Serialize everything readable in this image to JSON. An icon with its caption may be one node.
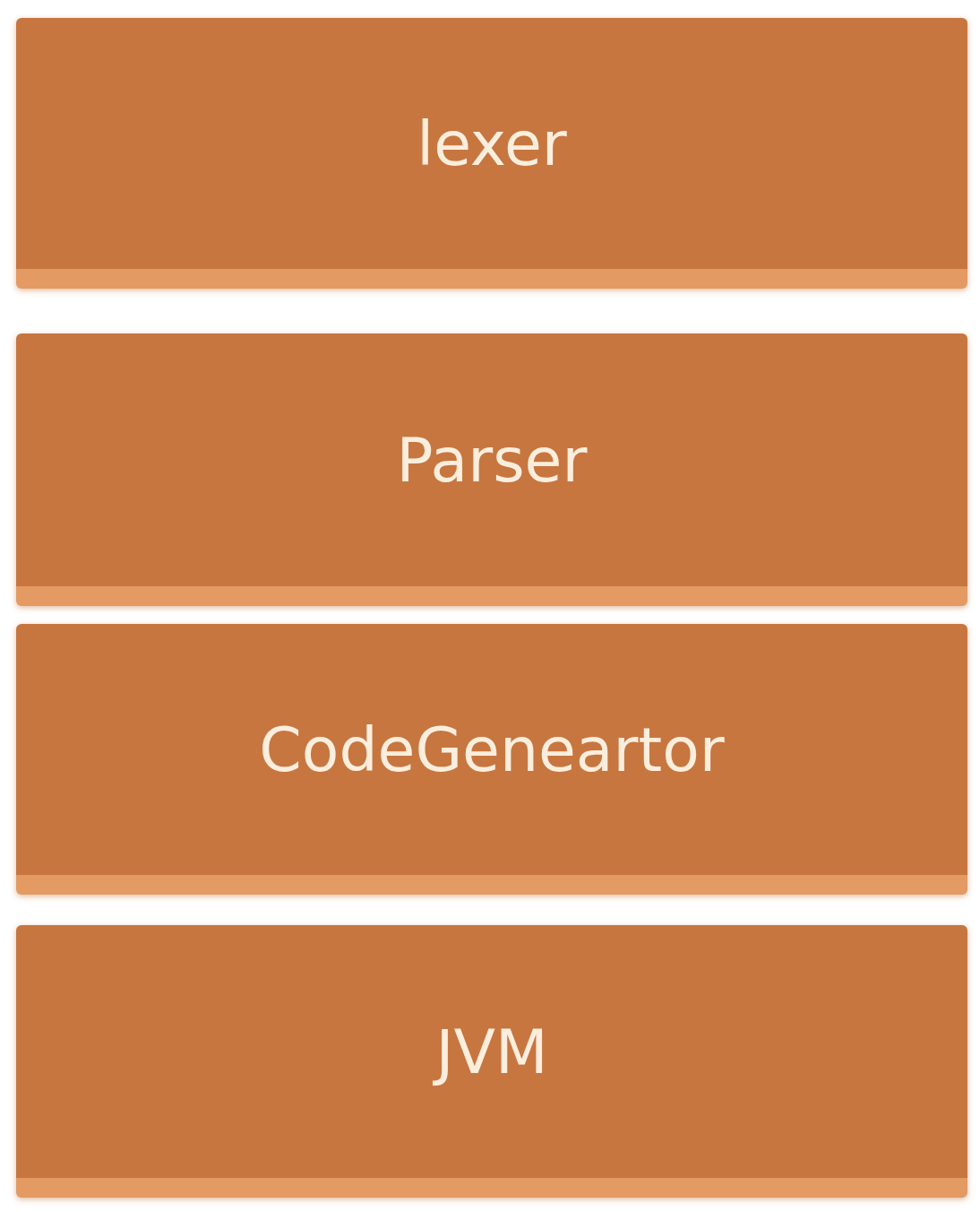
{
  "diagram": {
    "nodes": [
      {
        "text": [
          "lexer"
        ]
      },
      {
        "text": [
          "Parser"
        ]
      },
      {
        "text": [
          "CodeGeneartor"
        ]
      },
      {
        "text": [
          "JVM"
        ]
      }
    ]
  }
}
